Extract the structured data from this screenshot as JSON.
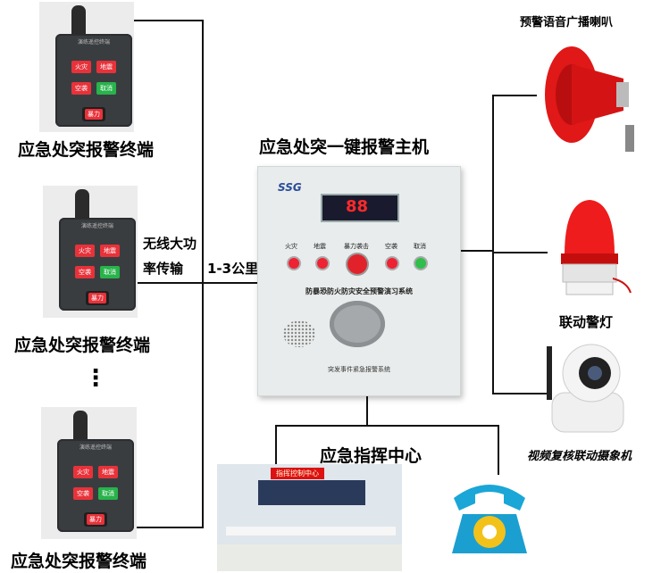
{
  "host": {
    "title": "应急处突一键报警主机",
    "brand": "SSG",
    "display": "88",
    "buttons": [
      "火灾",
      "地震",
      "暴力袭击",
      "空袭",
      "取消"
    ],
    "slogan": "防暴恐防火防灾安全预警演习系统",
    "footer": "突发事件紧急报警系统"
  },
  "terminals": {
    "label": "应急处突报警终端",
    "remote_title": "演练遥控终端",
    "buttons": [
      "火灾",
      "地震",
      "空袭",
      "取消"
    ],
    "power": "暴力",
    "ellipsis": "⋮"
  },
  "link": {
    "line1": "无线大功",
    "line2": "率传输",
    "distance": "1-3公里"
  },
  "devices": {
    "horn": "预警语音广播喇叭",
    "lamp": "联动警灯",
    "camera": "视频复核联动摄象机"
  },
  "center": {
    "label": "应急指挥中心",
    "screen_banner": "指挥控制中心"
  },
  "colors": {
    "alarm_red": "#e8323a",
    "cancel_green": "#28b34b",
    "line": "#111111"
  }
}
